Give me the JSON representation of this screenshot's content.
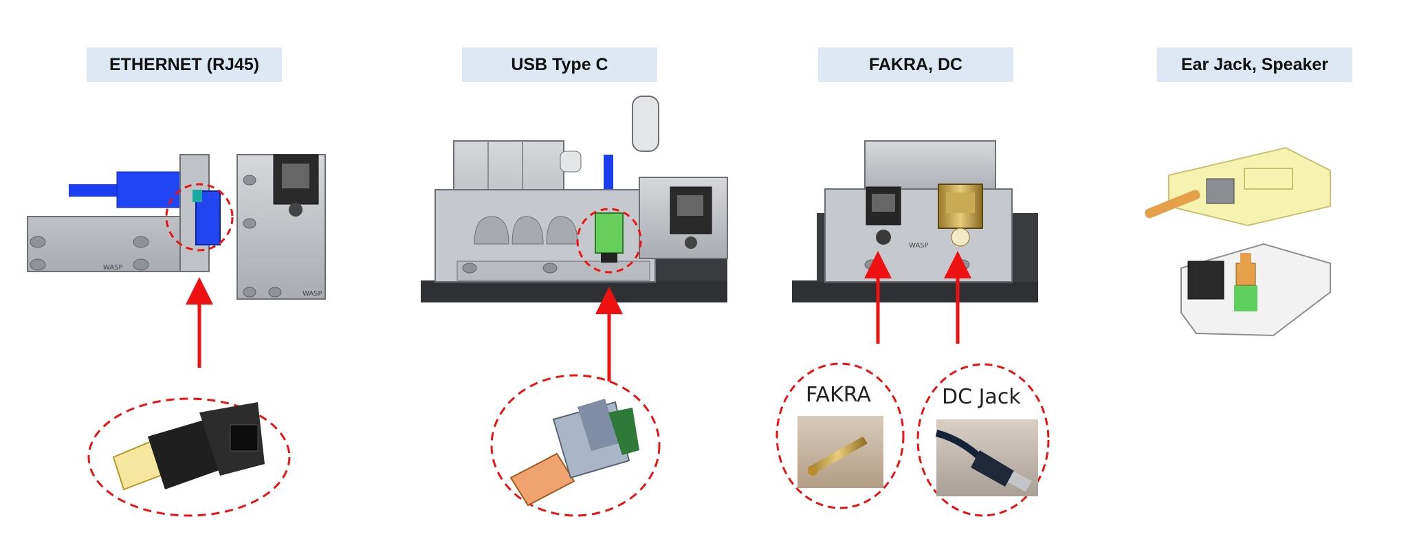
{
  "sections": [
    {
      "title": "ETHERNET (RJ45)",
      "icon": "rj45-fixture-icon",
      "connector_icon": "rj45-adapter-icon"
    },
    {
      "title": "USB Type C",
      "icon": "usb-c-fixture-icon",
      "connector_icon": "usb-c-plug-icon"
    },
    {
      "title": "FAKRA, DC",
      "icon": "fakra-dc-fixture-icon"
    },
    {
      "title": "Ear Jack, Speaker",
      "icon": "ear-jack-fixture-icon"
    }
  ],
  "callouts": {
    "fakra": "FAKRA",
    "dc_jack": "DC Jack"
  },
  "fixture_engraving": "WASP",
  "colors": {
    "title_bg": "#dde8f4",
    "arrow": "#ee1111",
    "highlight_circle": "#ee1111",
    "fixture_gray": "#c7c9cc",
    "cable_blue": "#1a3ef0"
  }
}
